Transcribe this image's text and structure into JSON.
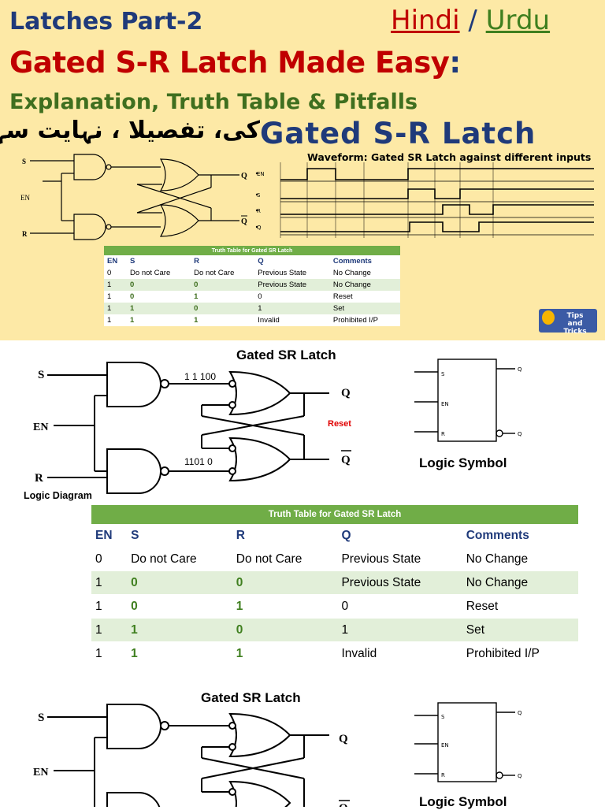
{
  "banner": {
    "title_line1": "Latches Part-2",
    "lang_hindi": "Hindi",
    "lang_sep": " / ",
    "lang_urdu": "Urdu",
    "title_main": "Gated S-R Latch Made Easy",
    "title_colon": ":",
    "subtitle": "Explanation, Truth Table & Pitfalls",
    "urdu_text": "کی، تفصیلا ، نہایت سہل، اور آ",
    "title_latch": "Gated S-R Latch",
    "waveform_title": "Waveform: Gated SR Latch against different inputs",
    "waveform_labels": [
      "EN",
      "S",
      "R",
      "Q"
    ],
    "mini_diagram": {
      "s": "S",
      "en": "EN",
      "r": "R",
      "q": "Q",
      "qbar": "Q"
    },
    "badge": "Tips and Tricks"
  },
  "truth_table": {
    "caption": "Truth Table for Gated SR Latch",
    "headers": [
      "EN",
      "S",
      "R",
      "Q",
      "Comments"
    ],
    "rows": [
      [
        "0",
        "Do not Care",
        "Do not Care",
        "Previous State",
        "No Change"
      ],
      [
        "1",
        "0",
        "0",
        "Previous State",
        "No Change"
      ],
      [
        "1",
        "0",
        "1",
        "0",
        "Reset"
      ],
      [
        "1",
        "1",
        "0",
        "1",
        "Set"
      ],
      [
        "1",
        "1",
        "1",
        "Invalid",
        "Prohibited I/P"
      ]
    ]
  },
  "section1": {
    "title": "Gated SR Latch",
    "s": "S",
    "en": "EN",
    "r": "R",
    "q": "Q",
    "qbar": "Q",
    "top_wire_bits": "1 1 100",
    "bottom_wire_bits": "1101 0",
    "status": "Reset",
    "diagram_caption": "Logic Diagram",
    "symbol_caption": "Logic Symbol",
    "sym_s": "S",
    "sym_en": "EN",
    "sym_r": "R",
    "sym_q": "Q",
    "sym_qbar": "Q"
  },
  "section2": {
    "title": "Gated SR Latch",
    "s": "S",
    "en": "EN",
    "q": "Q",
    "qbar": "Q",
    "symbol_caption": "Logic Symbol",
    "sym_s": "S",
    "sym_en": "EN",
    "sym_r": "R",
    "sym_q": "Q",
    "sym_qbar": "Q"
  },
  "colors": {
    "banner_bg": "#fde9a6",
    "title_red": "#c00000",
    "title_blue": "#1f3a7a",
    "title_green": "#3f6f1f",
    "table_header": "#70ad47",
    "table_alt_row": "#e2efd9"
  }
}
